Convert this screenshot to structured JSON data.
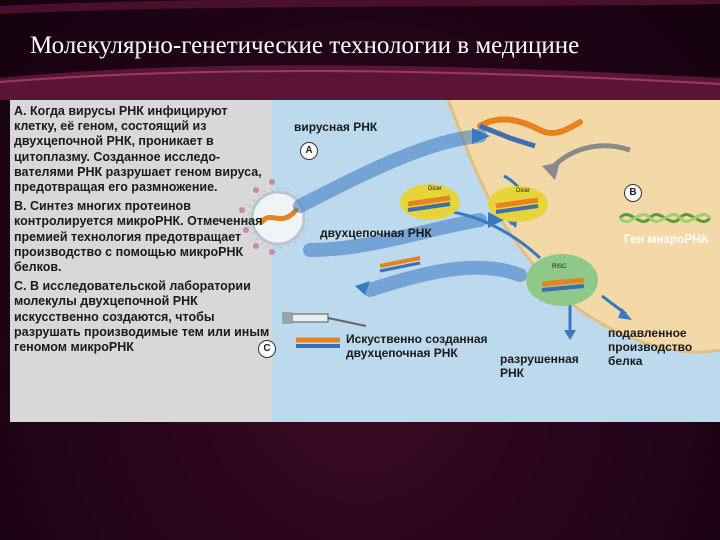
{
  "slide": {
    "title": "Молекулярно-генетические технологии в медицине"
  },
  "diagram": {
    "text_block": {
      "para_a": "A. Когда вирусы РНК инфицируют клетку, её геном, состоящий из двухцепочной РНК, проникает в цитоплазму. Созданное исследо-вателями РНК разрушает геном вируса, предотвращая его размножение.",
      "para_b": "B. Синтез многих протеинов контролируется микроРНК. Отмеченная премией технология предотвращает производство с помощью микроРНК белков.",
      "para_c": "C. В исследовательской лаборатории молекулы двухцепочной РНК искусственно создаются, чтобы разрушать производимые тем или иным геномом микроРНК"
    },
    "labels": {
      "viral_rna": "вирусная РНК",
      "double_strand_rna": "двухцепочная РНК",
      "microrna_gene": "Ген микроРНК",
      "artificial_rna": "Искуственно созданная двухцепочная РНК",
      "destroyed_rna": "разрушенная РНК",
      "suppressed_protein": "подавленное производство белка",
      "dicer": "Dicer",
      "risc": "RISC"
    },
    "markers": {
      "a": "A",
      "b": "B",
      "c": "C"
    },
    "colors": {
      "cytoplasm": "#bcd9ee",
      "nucleus": "#f3d9a8",
      "arrow": "#3a78c2",
      "rna_orange": "#e8821e",
      "rna_blue": "#3b6fb0",
      "enzyme": "#e6d53a",
      "risc_green": "#8ec98a",
      "helix": "#5a9a3a"
    }
  }
}
